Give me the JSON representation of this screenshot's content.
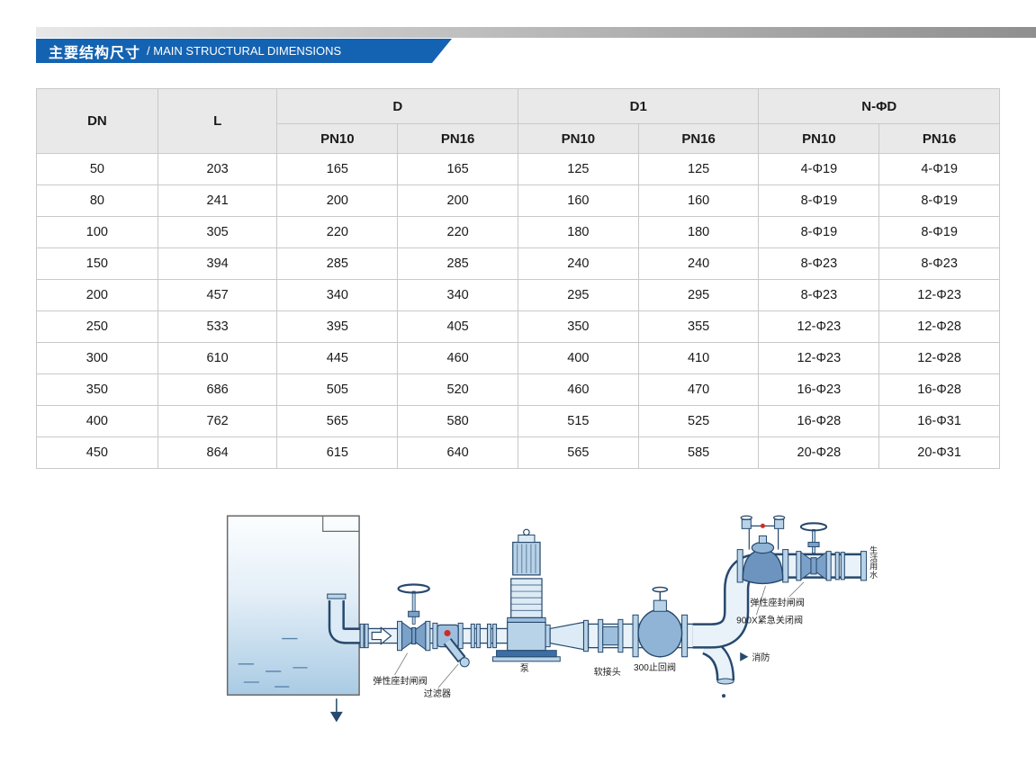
{
  "header": {
    "title_cn": "主要结构尺寸",
    "title_en": "/ MAIN STRUCTURAL DIMENSIONS"
  },
  "table": {
    "columns": {
      "dn": "DN",
      "l": "L",
      "d": "D",
      "d1": "D1",
      "n_phi_d": "N-ΦD"
    },
    "sub_headers": [
      "PN10",
      "PN16",
      "PN10",
      "PN16",
      "PN10",
      "PN16"
    ],
    "rows": [
      [
        "50",
        "203",
        "165",
        "165",
        "125",
        "125",
        "4-Φ19",
        "4-Φ19"
      ],
      [
        "80",
        "241",
        "200",
        "200",
        "160",
        "160",
        "8-Φ19",
        "8-Φ19"
      ],
      [
        "100",
        "305",
        "220",
        "220",
        "180",
        "180",
        "8-Φ19",
        "8-Φ19"
      ],
      [
        "150",
        "394",
        "285",
        "285",
        "240",
        "240",
        "8-Φ23",
        "8-Φ23"
      ],
      [
        "200",
        "457",
        "340",
        "340",
        "295",
        "295",
        "8-Φ23",
        "12-Φ23"
      ],
      [
        "250",
        "533",
        "395",
        "405",
        "350",
        "355",
        "12-Φ23",
        "12-Φ28"
      ],
      [
        "300",
        "610",
        "445",
        "460",
        "400",
        "410",
        "12-Φ23",
        "12-Φ28"
      ],
      [
        "350",
        "686",
        "505",
        "520",
        "460",
        "470",
        "16-Φ23",
        "16-Φ28"
      ],
      [
        "400",
        "762",
        "565",
        "580",
        "515",
        "525",
        "16-Φ28",
        "16-Φ31"
      ],
      [
        "450",
        "864",
        "615",
        "640",
        "565",
        "585",
        "20-Φ28",
        "20-Φ31"
      ]
    ]
  },
  "diagram": {
    "labels": {
      "gate_valve_left": "弹性座封闸阀",
      "strainer": "过滤器",
      "pump": "泵",
      "soft_joint": "软接头",
      "check_valve": "300止回阀",
      "emergency_valve": "900X紧急关闭阀",
      "gate_valve_right": "弹性座封闸阀",
      "domestic_water": "生活用水",
      "fire": "消防"
    }
  },
  "colors": {
    "banner_blue": "#1463b2",
    "table_header_gray": "#e9e9e9",
    "diagram_navy": "#27496d"
  }
}
